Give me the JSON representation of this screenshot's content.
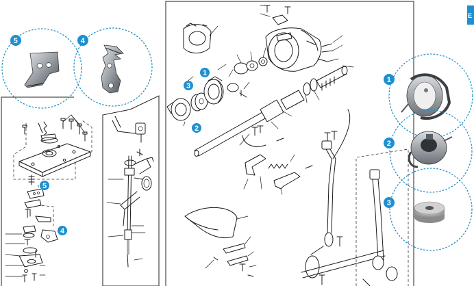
{
  "colors": {
    "accent_blue": "#1f8fc4",
    "badge_blue": "#1e8fd0",
    "line": "#1a1a1a",
    "metal_dark": "#5f6368",
    "metal_light": "#c9cdd1"
  },
  "callouts": {
    "circle_5": {
      "number": "5"
    },
    "circle_4": {
      "number": "4"
    },
    "circle_1": {
      "number": "1"
    },
    "circle_2": {
      "number": "2"
    },
    "circle_3": {
      "number": "3"
    }
  },
  "diagram_markers": {
    "marker_1": {
      "number": "1"
    },
    "marker_2": {
      "number": "2"
    },
    "marker_3": {
      "number": "3"
    },
    "marker_4": {
      "number": "4"
    },
    "marker_5": {
      "number": "5"
    }
  },
  "edge_tab": {
    "label": "E"
  }
}
